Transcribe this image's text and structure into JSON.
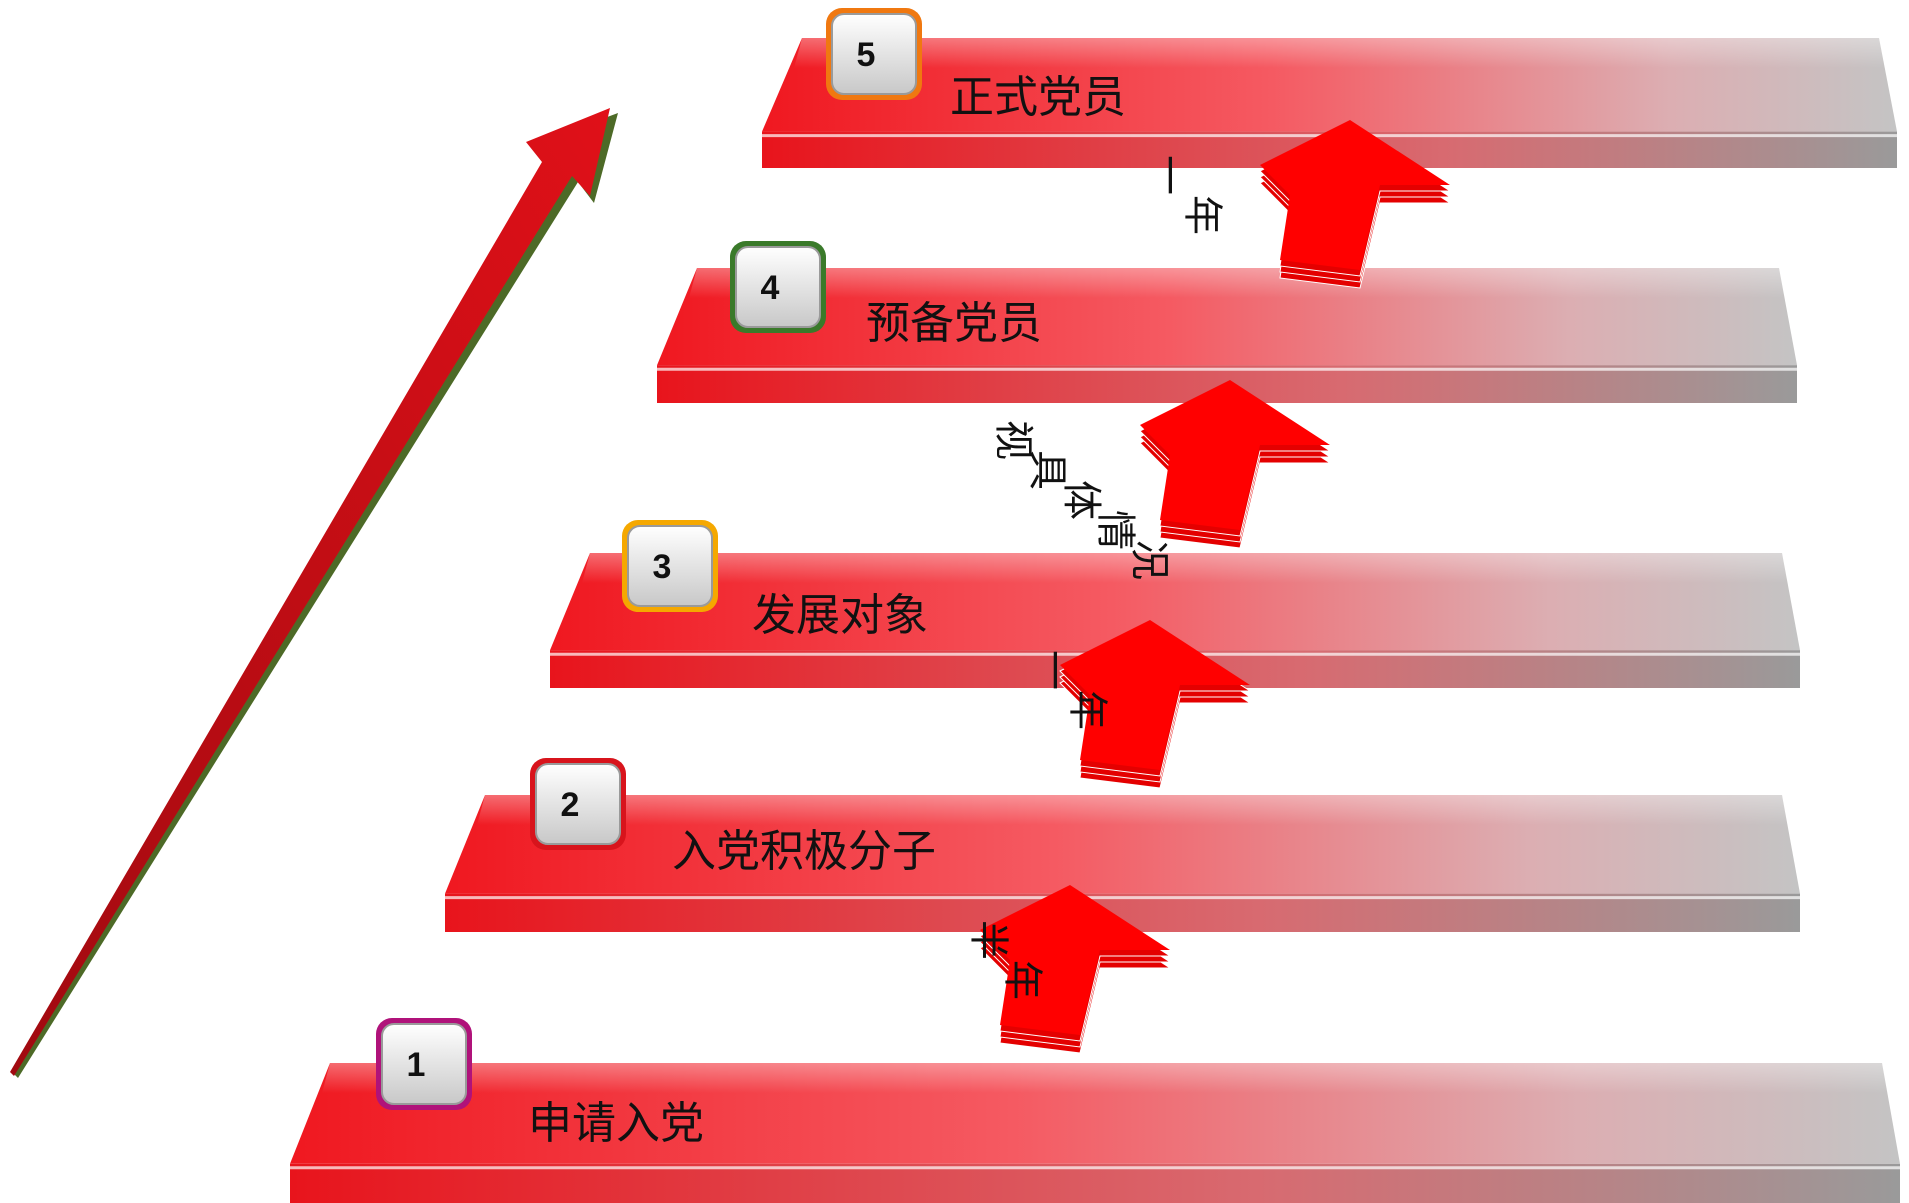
{
  "stages": [
    {
      "number": "1",
      "label": "申请入党",
      "badge_color": "#b0127a"
    },
    {
      "number": "2",
      "label": "入党积极分子",
      "badge_color": "#d8141c"
    },
    {
      "number": "3",
      "label": "发展对象",
      "badge_color": "#f5a800"
    },
    {
      "number": "4",
      "label": "预备党员",
      "badge_color": "#3a7a2a"
    },
    {
      "number": "5",
      "label": "正式党员",
      "badge_color": "#f07810"
    }
  ],
  "durations": [
    {
      "chars": [
        "半",
        "年"
      ]
    },
    {
      "chars": [
        "一",
        "年"
      ]
    },
    {
      "chars": [
        "视",
        "具",
        "体",
        "情",
        "况"
      ]
    },
    {
      "chars": [
        "一",
        "年"
      ]
    }
  ],
  "colors": {
    "step_red": "#f02028",
    "step_gray": "#b8b8b8",
    "arrow_red": "#d41018",
    "arrow_shadow": "#3a5a10",
    "connector_red": "#ff0000"
  }
}
